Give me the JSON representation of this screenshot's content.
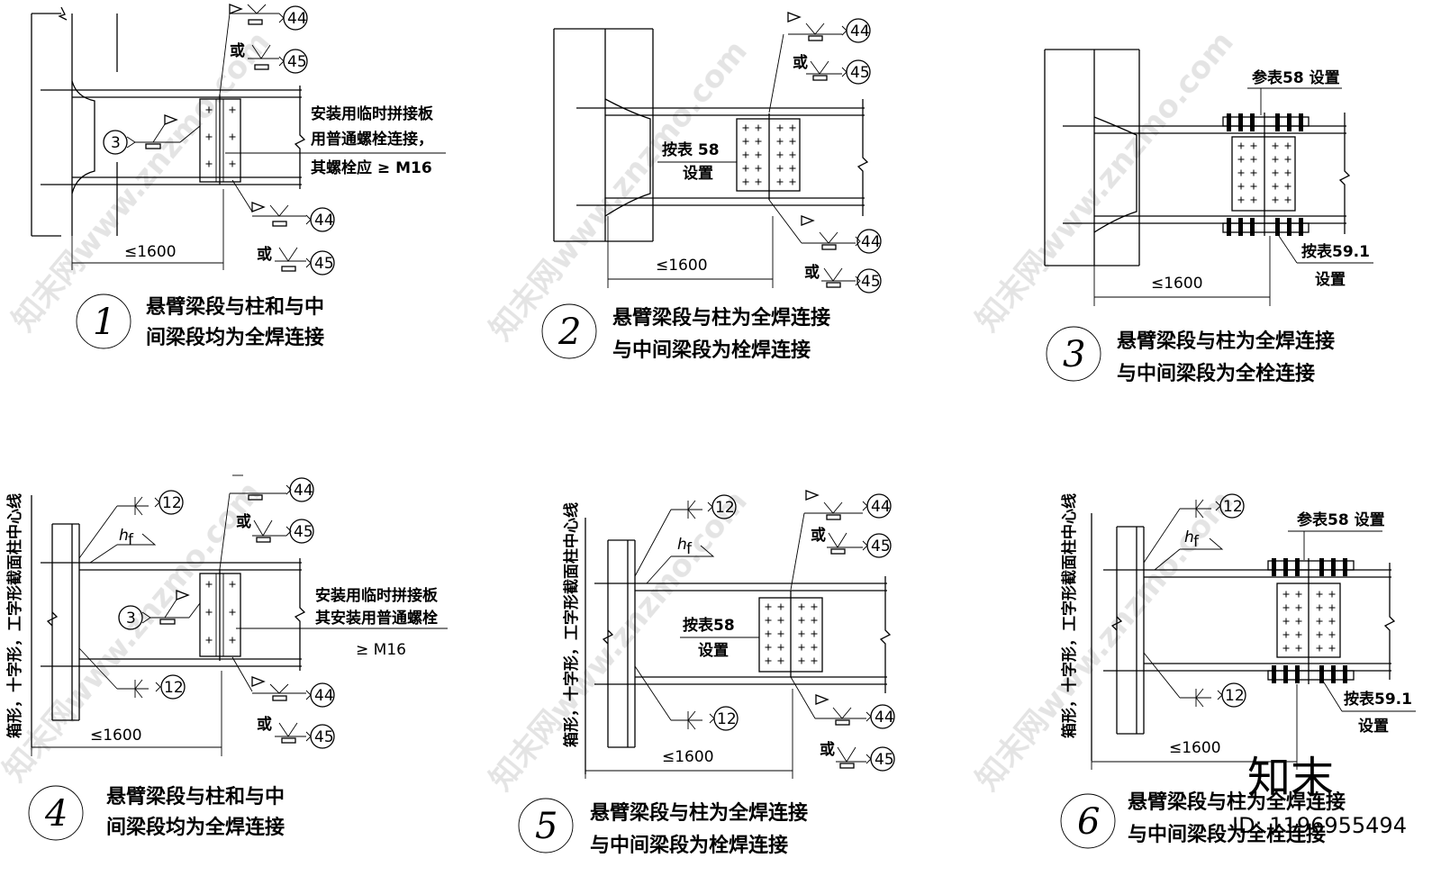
{
  "details": [
    {
      "number": "1",
      "caption": [
        "悬臂梁段与柱和与中",
        "间梁段均为全焊连接"
      ],
      "note": [
        "安装用临时拼接板",
        "用普通螺栓连接，",
        "其螺栓应 ≥ M16"
      ],
      "dimension": "≤1600",
      "weld_refs": [
        "44",
        "45",
        "3",
        "44",
        "45"
      ],
      "or_label": "或"
    },
    {
      "number": "2",
      "caption": [
        "悬臂梁段与柱为全焊连接",
        "与中间梁段为栓焊连接"
      ],
      "note": [
        "按表 58",
        "设置"
      ],
      "dimension": "≤1600",
      "weld_refs": [
        "44",
        "45",
        "44",
        "45"
      ],
      "or_label": "或"
    },
    {
      "number": "3",
      "caption": [
        "悬臂梁段与柱为全焊连接",
        "与中间梁段为全栓连接"
      ],
      "note": [
        "参表58 设置",
        "按表59.1",
        "设置"
      ],
      "dimension": "≤1600"
    },
    {
      "number": "4",
      "caption": [
        "悬臂梁段与柱和与中",
        "间梁段均为全焊连接"
      ],
      "note": [
        "安装用临时拼接板",
        "其安装用普通螺栓",
        "≥ M16"
      ],
      "side_label": "箱形，十字形，工字形截面柱中心线",
      "dimension": "≤1600",
      "weld_refs": [
        "12",
        "44",
        "45",
        "3",
        "12",
        "44",
        "45"
      ],
      "hf": "h",
      "hf_sub": "f",
      "or_label": "或"
    },
    {
      "number": "5",
      "caption": [
        "悬臂梁段与柱为全焊连接",
        "与中间梁段为栓焊连接"
      ],
      "note": [
        "按表58",
        "设置"
      ],
      "side_label": "箱形，十字形，工字形截面柱中心线",
      "dimension": "≤1600",
      "weld_refs": [
        "12",
        "44",
        "45",
        "12",
        "44",
        "45"
      ],
      "hf": "h",
      "hf_sub": "f",
      "or_label": "或"
    },
    {
      "number": "6",
      "caption": [
        "悬臂梁段与柱为全焊连接",
        "与中间梁段为全栓连接"
      ],
      "note": [
        "参表58 设置",
        "按表59.1",
        "设置"
      ],
      "side_label": "箱形，十字形，工字形截面柱中心线",
      "dimension": "≤1600",
      "weld_refs": [
        "12",
        "12"
      ],
      "hf": "h",
      "hf_sub": "f"
    }
  ],
  "watermark": {
    "text": "知末网www.znzmo.com",
    "brand": "知末",
    "id": "ID: 1196955494"
  }
}
